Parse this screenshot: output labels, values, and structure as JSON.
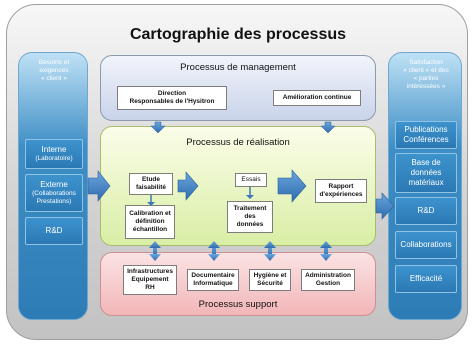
{
  "title": "Cartographie des processus",
  "left_sidebar": {
    "header": [
      "Besoins et",
      "exigences",
      "« client »"
    ],
    "items": [
      {
        "label": "Interne",
        "sub": "(Laboratoire)"
      },
      {
        "label": "Externe",
        "sub": "(Collaborations Prestations)"
      },
      {
        "label": "R&D",
        "sub": ""
      }
    ]
  },
  "right_sidebar": {
    "header": [
      "Satisfaction",
      "« client » et des",
      "« parties",
      "intéressées »"
    ],
    "items": [
      {
        "label": "Publications Conférences"
      },
      {
        "label": "Base de données matériaux"
      },
      {
        "label": "R&D"
      },
      {
        "label": "Collaborations"
      },
      {
        "label": "Efficacité"
      }
    ]
  },
  "management": {
    "title": "Processus de management",
    "boxes": [
      {
        "lines": [
          "Direction",
          "Responsables de l'Hysitron"
        ]
      },
      {
        "lines": [
          "Amélioration continue"
        ]
      }
    ]
  },
  "realisation": {
    "title": "Processus de réalisation",
    "boxes": [
      {
        "lines": [
          "Etude",
          "faisabilité"
        ]
      },
      {
        "lines": [
          "Calibration et",
          "définition",
          "échantillon"
        ]
      },
      {
        "lines": [
          "Essais"
        ]
      },
      {
        "lines": [
          "Traitement",
          "des",
          "données"
        ]
      },
      {
        "lines": [
          "Rapport",
          "d'expériences"
        ]
      }
    ]
  },
  "support": {
    "title": "Processus support",
    "boxes": [
      {
        "lines": [
          "Infrastructures",
          "Equipement",
          "RH"
        ]
      },
      {
        "lines": [
          "Documentaire",
          "Informatique"
        ]
      },
      {
        "lines": [
          "Hygiène et",
          "Sécurité"
        ]
      },
      {
        "lines": [
          "Administration",
          "Gestion"
        ]
      }
    ]
  },
  "colors": {
    "sidebar_blue": "#2e7cb5",
    "arrow_blue": "#3a78b8",
    "management_bg": "#c9d3ea",
    "realisation_bg": "#d9eea5",
    "support_bg": "#f2b6b8"
  }
}
